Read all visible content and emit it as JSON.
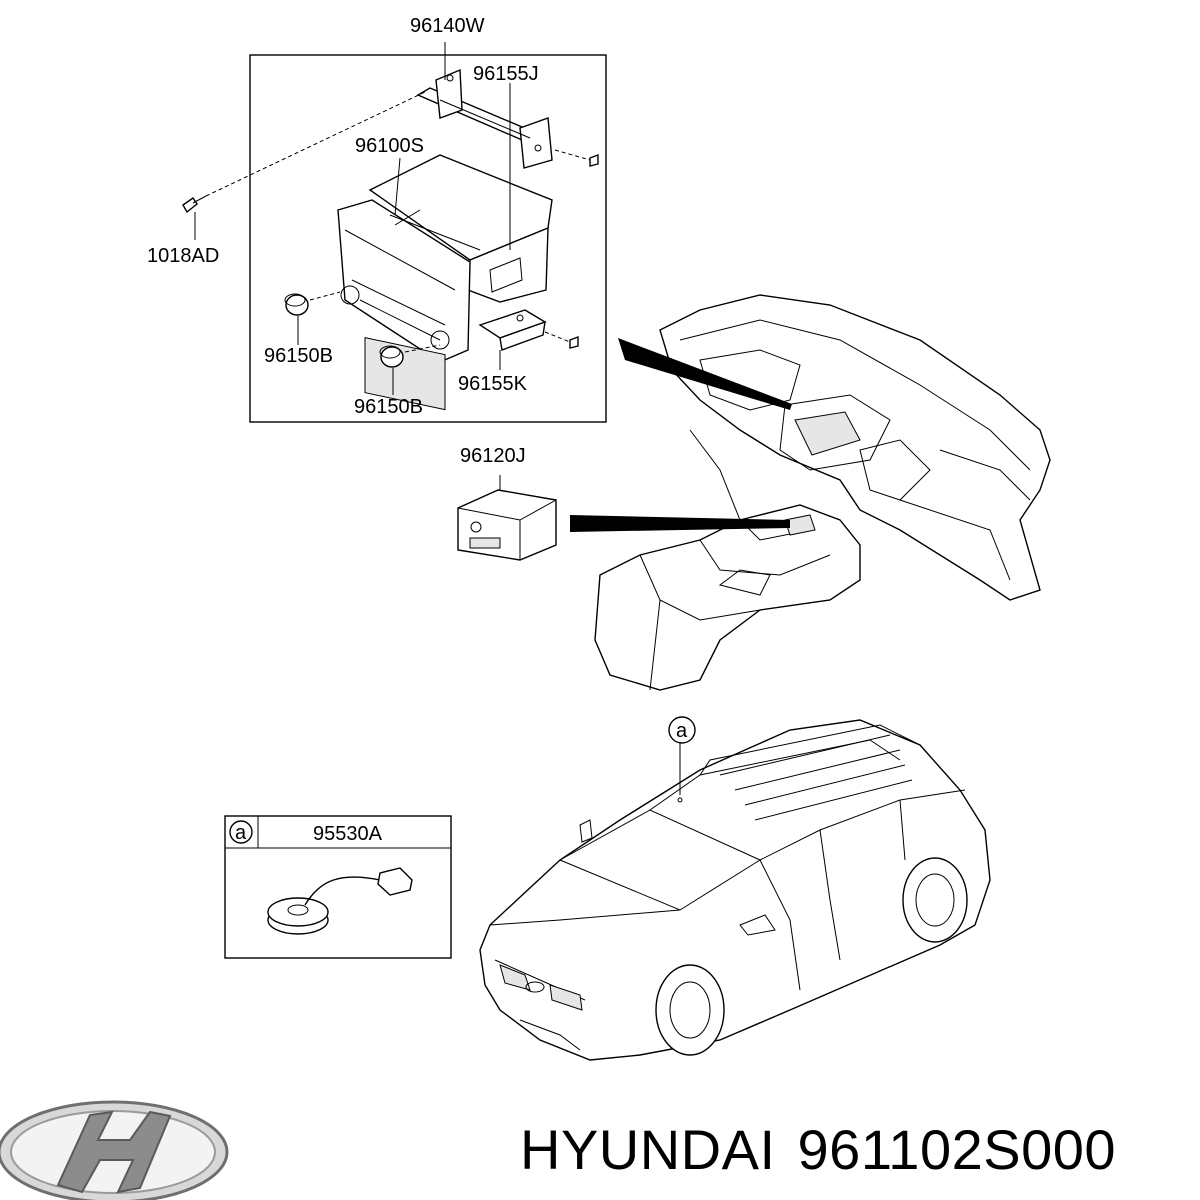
{
  "labels": {
    "bracket_set": "96140W",
    "bracket_upper": "96155J",
    "audio_unit": "96100S",
    "screw": "1018AD",
    "knob_1": "96150B",
    "knob_2": "96150B",
    "bracket_lower": "96155K",
    "aux_jack": "96120J",
    "callout_a": "a",
    "antenna_callout": "a",
    "antenna_part": "95530A"
  },
  "footer": {
    "brand": "HYUNDAI",
    "part_number": "961102S000"
  },
  "logo": {
    "icon": "hyundai-logo-icon",
    "color": "#8c8c8c"
  }
}
